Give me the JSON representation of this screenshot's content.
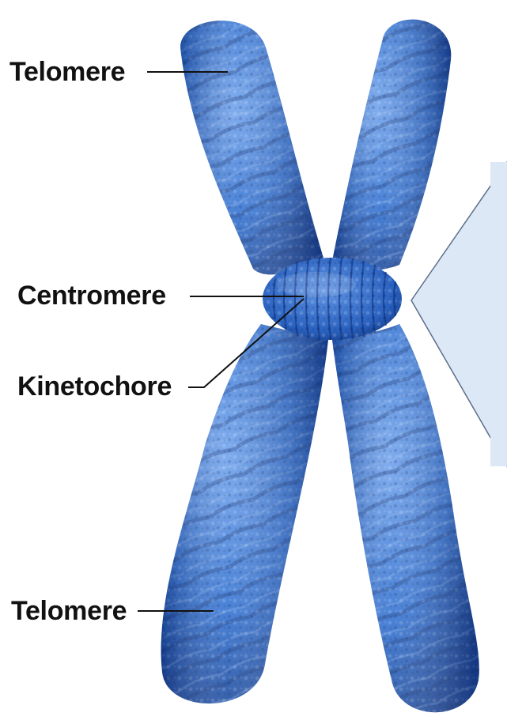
{
  "diagram": {
    "labels": {
      "telomere_top": "Telomere",
      "centromere": "Centromere",
      "kinetochore": "Kinetochore",
      "telomere_bottom": "Telomere"
    },
    "colors": {
      "chromatid_fill": "#2f6fd0",
      "chromatid_dark": "#123a8a",
      "chromatid_light": "#6fa2ec",
      "callout_fill": "#dde8f6",
      "callout_stroke": "#5a6e8a",
      "leader_line": "#111111"
    }
  }
}
